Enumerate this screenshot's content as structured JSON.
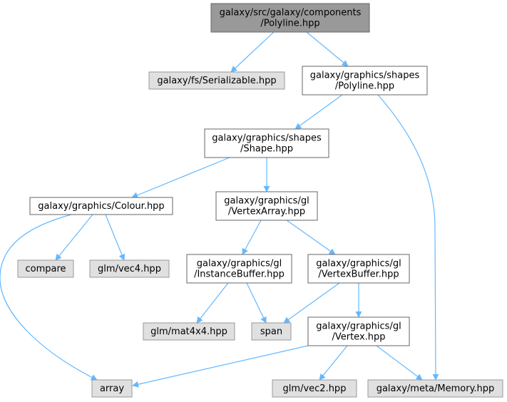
{
  "diagram": {
    "type": "include-dependency-graph",
    "colors": {
      "root_fill": "#999999",
      "root_stroke": "#666666",
      "internal_fill": "#ffffff",
      "internal_stroke": "#666666",
      "external_fill": "#e0e0e0",
      "external_stroke": "#999999",
      "edge": "#63b8ff",
      "text": "#000000"
    },
    "nodes": [
      {
        "id": "components_polyline",
        "kind": "root",
        "lines": [
          "galaxy/src/galaxy/components",
          "/Polyline.hpp"
        ]
      },
      {
        "id": "serializable",
        "kind": "external",
        "lines": [
          "galaxy/fs/Serializable.hpp"
        ]
      },
      {
        "id": "shapes_polyline",
        "kind": "internal",
        "lines": [
          "galaxy/graphics/shapes",
          "/Polyline.hpp"
        ]
      },
      {
        "id": "shape",
        "kind": "internal",
        "lines": [
          "galaxy/graphics/shapes",
          "/Shape.hpp"
        ]
      },
      {
        "id": "colour",
        "kind": "internal",
        "lines": [
          "galaxy/graphics/Colour.hpp"
        ]
      },
      {
        "id": "vertexarray",
        "kind": "internal",
        "lines": [
          "galaxy/graphics/gl",
          "/VertexArray.hpp"
        ]
      },
      {
        "id": "compare",
        "kind": "external",
        "lines": [
          "compare"
        ]
      },
      {
        "id": "vec4",
        "kind": "external",
        "lines": [
          "glm/vec4.hpp"
        ]
      },
      {
        "id": "instancebuffer",
        "kind": "internal",
        "lines": [
          "galaxy/graphics/gl",
          "/InstanceBuffer.hpp"
        ]
      },
      {
        "id": "vertexbuffer",
        "kind": "internal",
        "lines": [
          "galaxy/graphics/gl",
          "/VertexBuffer.hpp"
        ]
      },
      {
        "id": "mat4x4",
        "kind": "external",
        "lines": [
          "glm/mat4x4.hpp"
        ]
      },
      {
        "id": "span",
        "kind": "external",
        "lines": [
          "span"
        ]
      },
      {
        "id": "vertex",
        "kind": "internal",
        "lines": [
          "galaxy/graphics/gl",
          "/Vertex.hpp"
        ]
      },
      {
        "id": "array",
        "kind": "external",
        "lines": [
          "array"
        ]
      },
      {
        "id": "vec2",
        "kind": "external",
        "lines": [
          "glm/vec2.hpp"
        ]
      },
      {
        "id": "memory",
        "kind": "external",
        "lines": [
          "galaxy/meta/Memory.hpp"
        ]
      }
    ],
    "edges": [
      {
        "from": "components_polyline",
        "to": "serializable"
      },
      {
        "from": "components_polyline",
        "to": "shapes_polyline"
      },
      {
        "from": "shapes_polyline",
        "to": "shape"
      },
      {
        "from": "shapes_polyline",
        "to": "memory"
      },
      {
        "from": "shape",
        "to": "colour"
      },
      {
        "from": "shape",
        "to": "vertexarray"
      },
      {
        "from": "colour",
        "to": "array"
      },
      {
        "from": "colour",
        "to": "compare"
      },
      {
        "from": "colour",
        "to": "vec4"
      },
      {
        "from": "vertexarray",
        "to": "instancebuffer"
      },
      {
        "from": "vertexarray",
        "to": "vertexbuffer"
      },
      {
        "from": "instancebuffer",
        "to": "mat4x4"
      },
      {
        "from": "instancebuffer",
        "to": "span"
      },
      {
        "from": "vertexbuffer",
        "to": "span"
      },
      {
        "from": "vertexbuffer",
        "to": "vertex"
      },
      {
        "from": "vertex",
        "to": "array"
      },
      {
        "from": "vertex",
        "to": "vec2"
      },
      {
        "from": "vertex",
        "to": "memory"
      }
    ]
  }
}
